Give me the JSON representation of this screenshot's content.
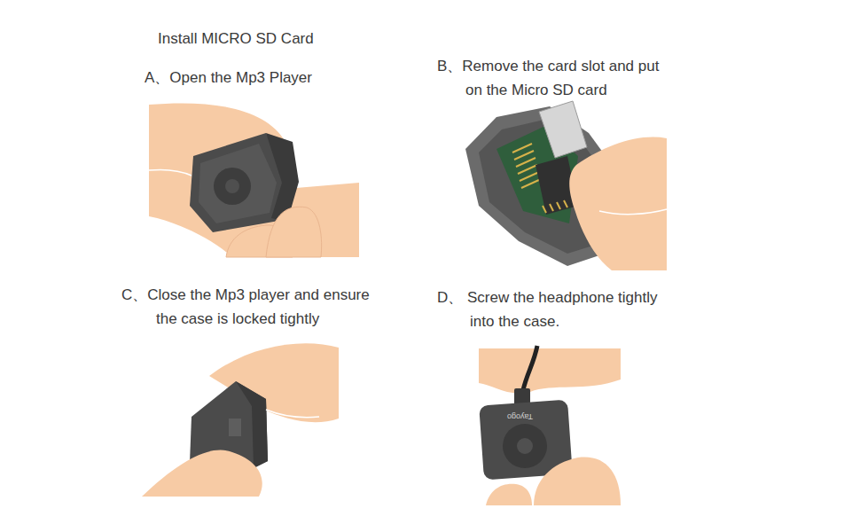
{
  "diagram": {
    "title": "Install MICRO SD Card",
    "labels": [
      "A、Open the Mp3 Player",
      "B、Remove the card slot and put on the Micro SD card",
      "C、Close the Mp3 player and ensure the case is locked tightly",
      "D、 Screw the headphone tightly into the case.",
      "Tayogo"
    ]
  }
}
